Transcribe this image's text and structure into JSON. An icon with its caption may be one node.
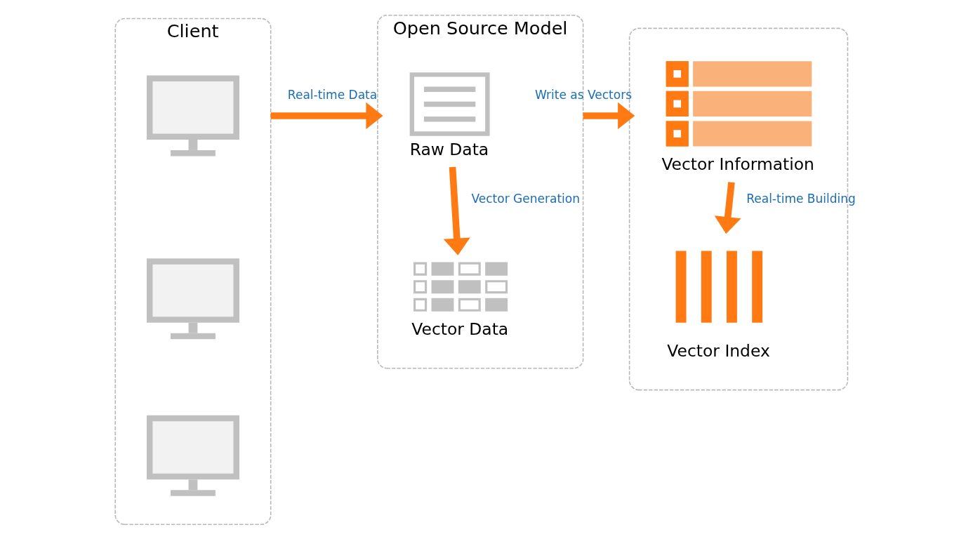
{
  "diagram": {
    "nodes": [
      {
        "text": [
          "Client"
        ]
      },
      {
        "text": [],
        "shape": "picture",
        "in": 0
      },
      {
        "text": [],
        "shape": "picture",
        "in": 0
      },
      {
        "text": [],
        "shape": "picture",
        "in": 0
      },
      {
        "text": [
          "Open Source Model"
        ]
      },
      {
        "text": [
          "Raw Data"
        ],
        "in": 4
      },
      {
        "text": [
          "Vector Data"
        ],
        "in": 4
      },
      {
        "text": [],
        "shape": "box"
      },
      {
        "text": [
          "Vector Information"
        ],
        "in": 7
      },
      {
        "text": [
          "Vector Index"
        ],
        "in": 7
      }
    ],
    "edges": [
      {
        "from": 0,
        "to": 4,
        "arrow": "to",
        "label": "Real-time Data"
      },
      {
        "from": 5,
        "to": 6,
        "arrow": "to",
        "label": "Vector Generation"
      },
      {
        "from": 4,
        "to": 7,
        "arrow": "to",
        "label": "Write as Vectors"
      },
      {
        "from": 8,
        "to": 9,
        "arrow": "to",
        "label": "Real-time Building"
      }
    ]
  }
}
